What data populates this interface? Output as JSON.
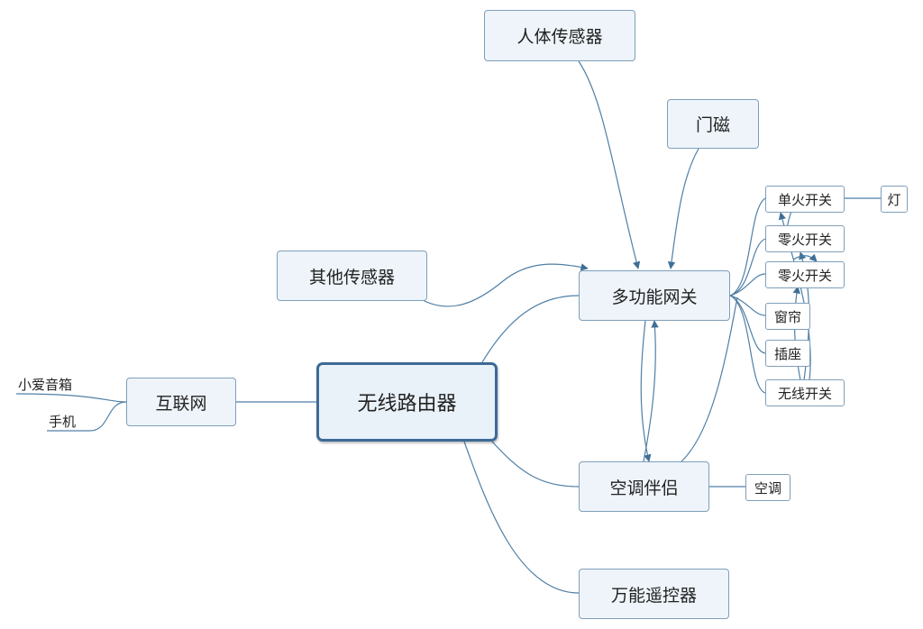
{
  "diagram": {
    "center": "无线路由器",
    "internet": "互联网",
    "xiaoai": "小爱音箱",
    "phone": "手机",
    "other_sensor": "其他传感器",
    "body_sensor": "人体传感器",
    "door_sensor": "门磁",
    "gateway": "多功能网关",
    "ac_partner": "空调伴侣",
    "air_conditioner": "空调",
    "remote": "万能遥控器",
    "single_fire_switch": "单火开关",
    "zero_fire_switch_1": "零火开关",
    "zero_fire_switch_2": "零火开关",
    "curtain": "窗帘",
    "socket": "插座",
    "wireless_switch": "无线开关",
    "lamp": "灯"
  },
  "colors": {
    "line": "#4f7fa6",
    "node_fill": "#eef4fa",
    "node_border": "#7f9fba",
    "center_border": "#3c6a96"
  }
}
